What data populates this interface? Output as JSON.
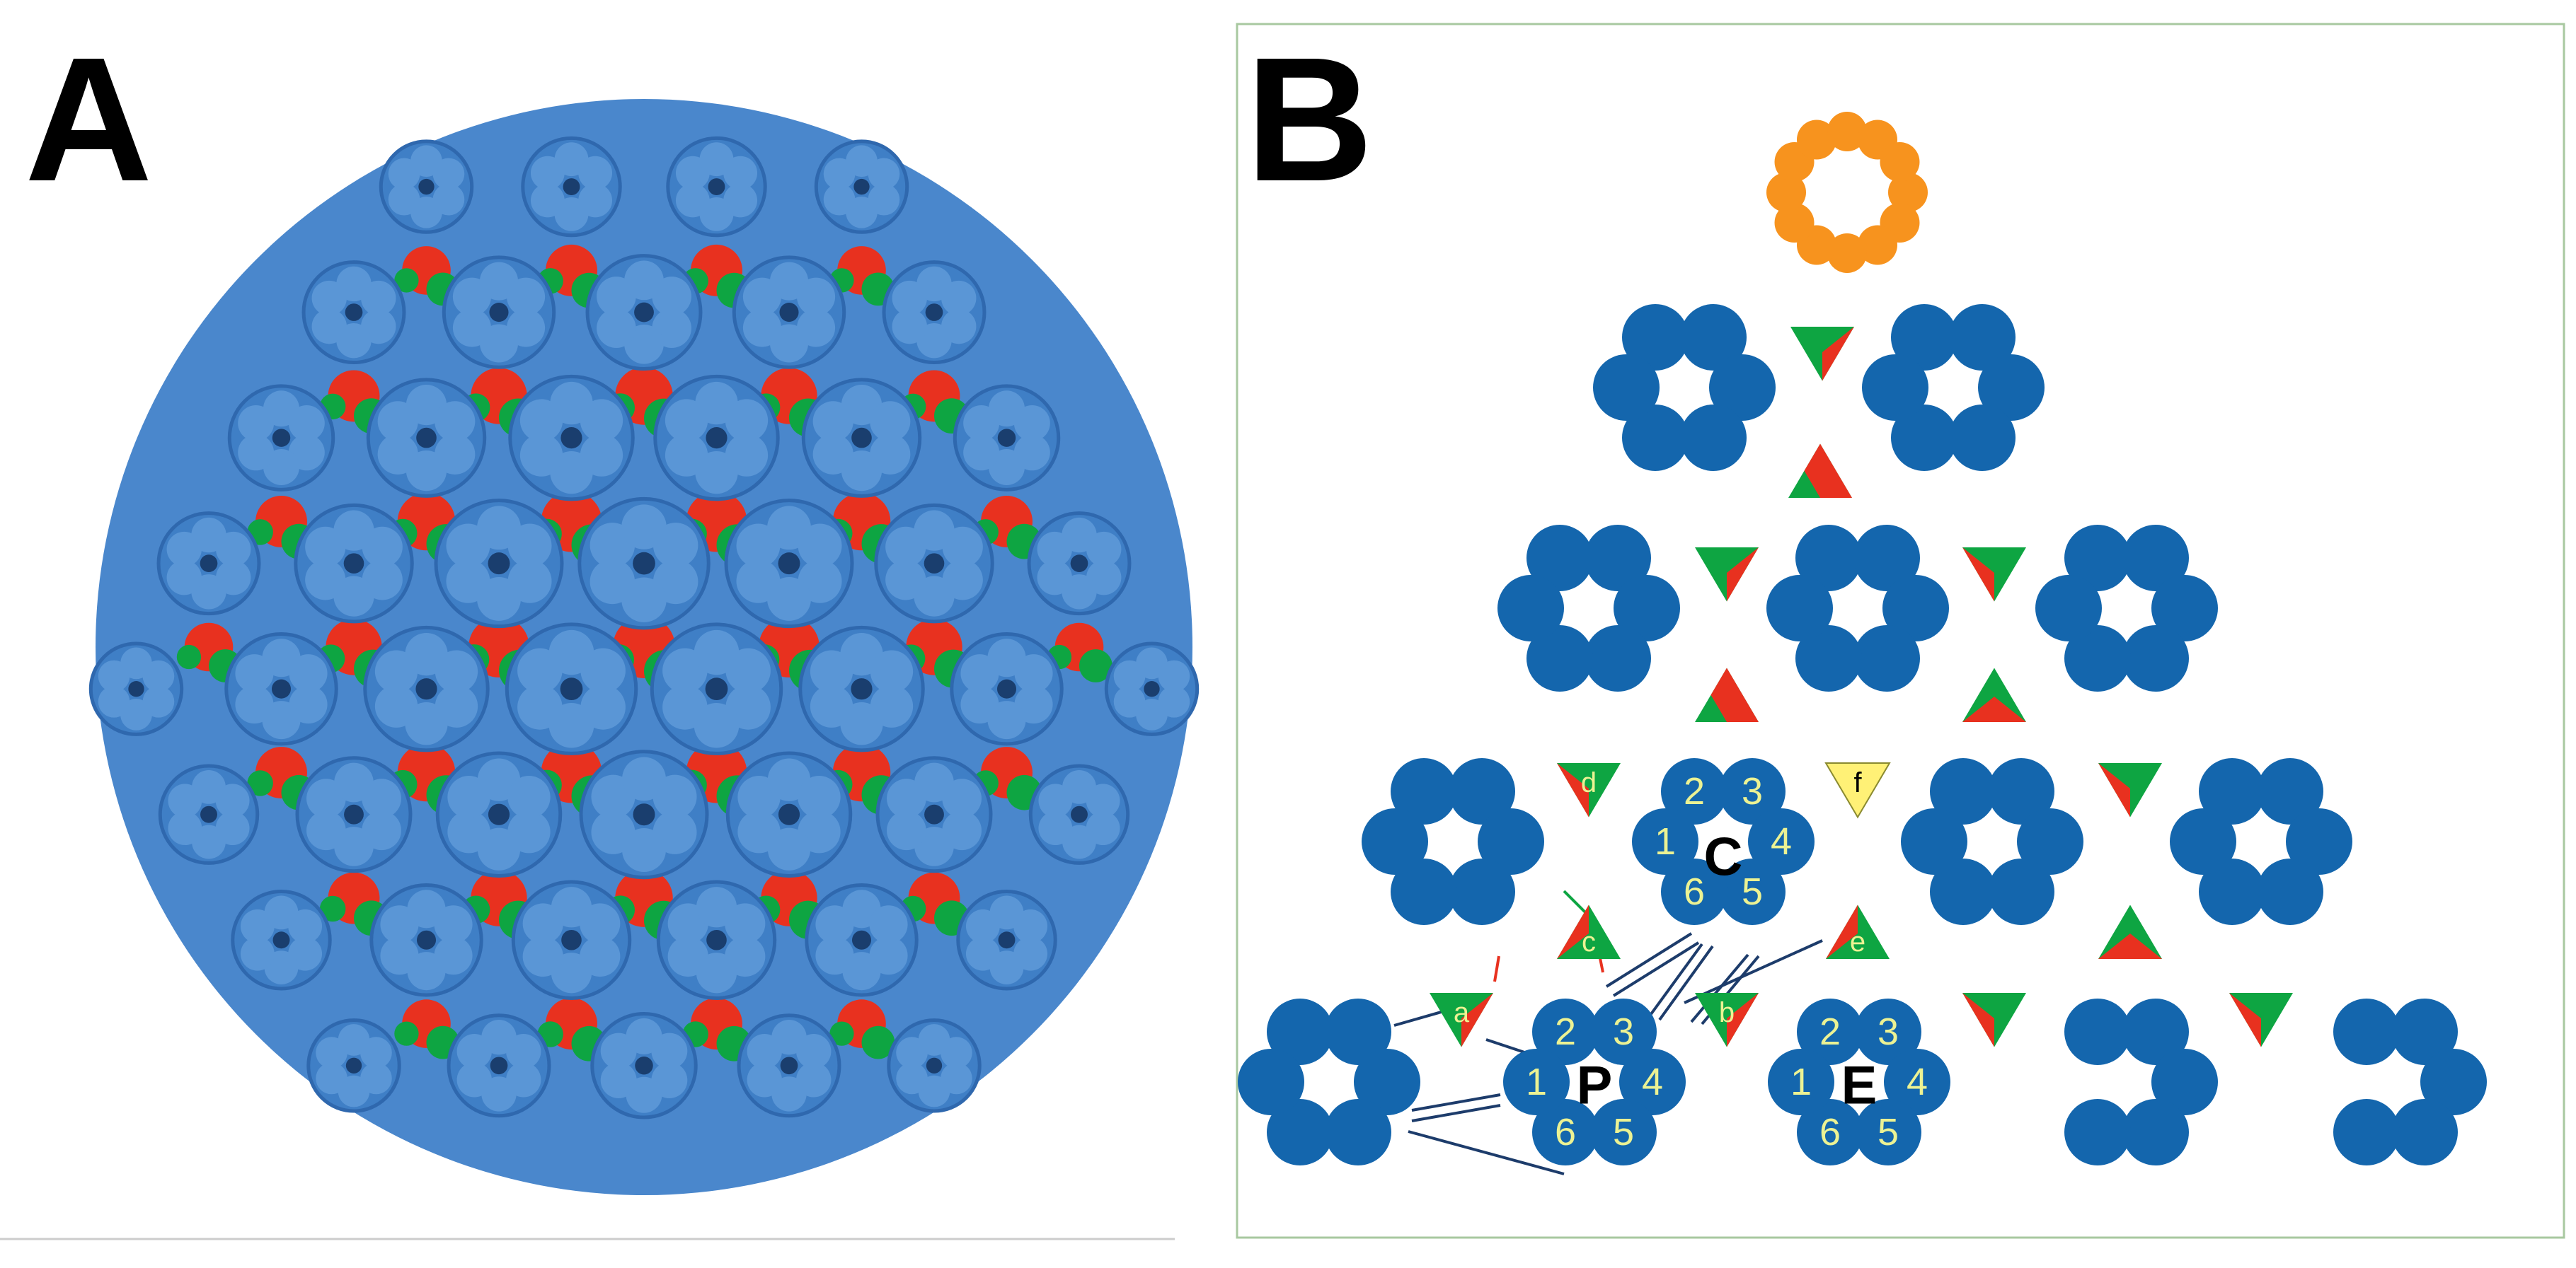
{
  "panels": {
    "a": {
      "label": "A"
    },
    "b": {
      "label": "B"
    }
  },
  "colors": {
    "capsomer_blue": "#1466ad",
    "capsid_blue": "#4a87cc",
    "triplex_green": "#0ea542",
    "triplex_red": "#e8311f",
    "portal_orange": "#f7931e",
    "f_yellow": "#fff176",
    "numeral_yellow": "#ecf293",
    "connector_navy": "#1d3c6b",
    "frame_green": "#a8c8a0"
  },
  "diagram": {
    "capsomer_labels": {
      "c": "C",
      "p": "P",
      "e": "E"
    },
    "subunit_numbers": {
      "n1": "1",
      "n2": "2",
      "n3": "3",
      "n4": "4",
      "n5": "5",
      "n6": "6"
    },
    "triplex_labels": {
      "a": "a",
      "b": "b",
      "c": "c",
      "d": "d",
      "e": "e",
      "f": "f"
    }
  }
}
